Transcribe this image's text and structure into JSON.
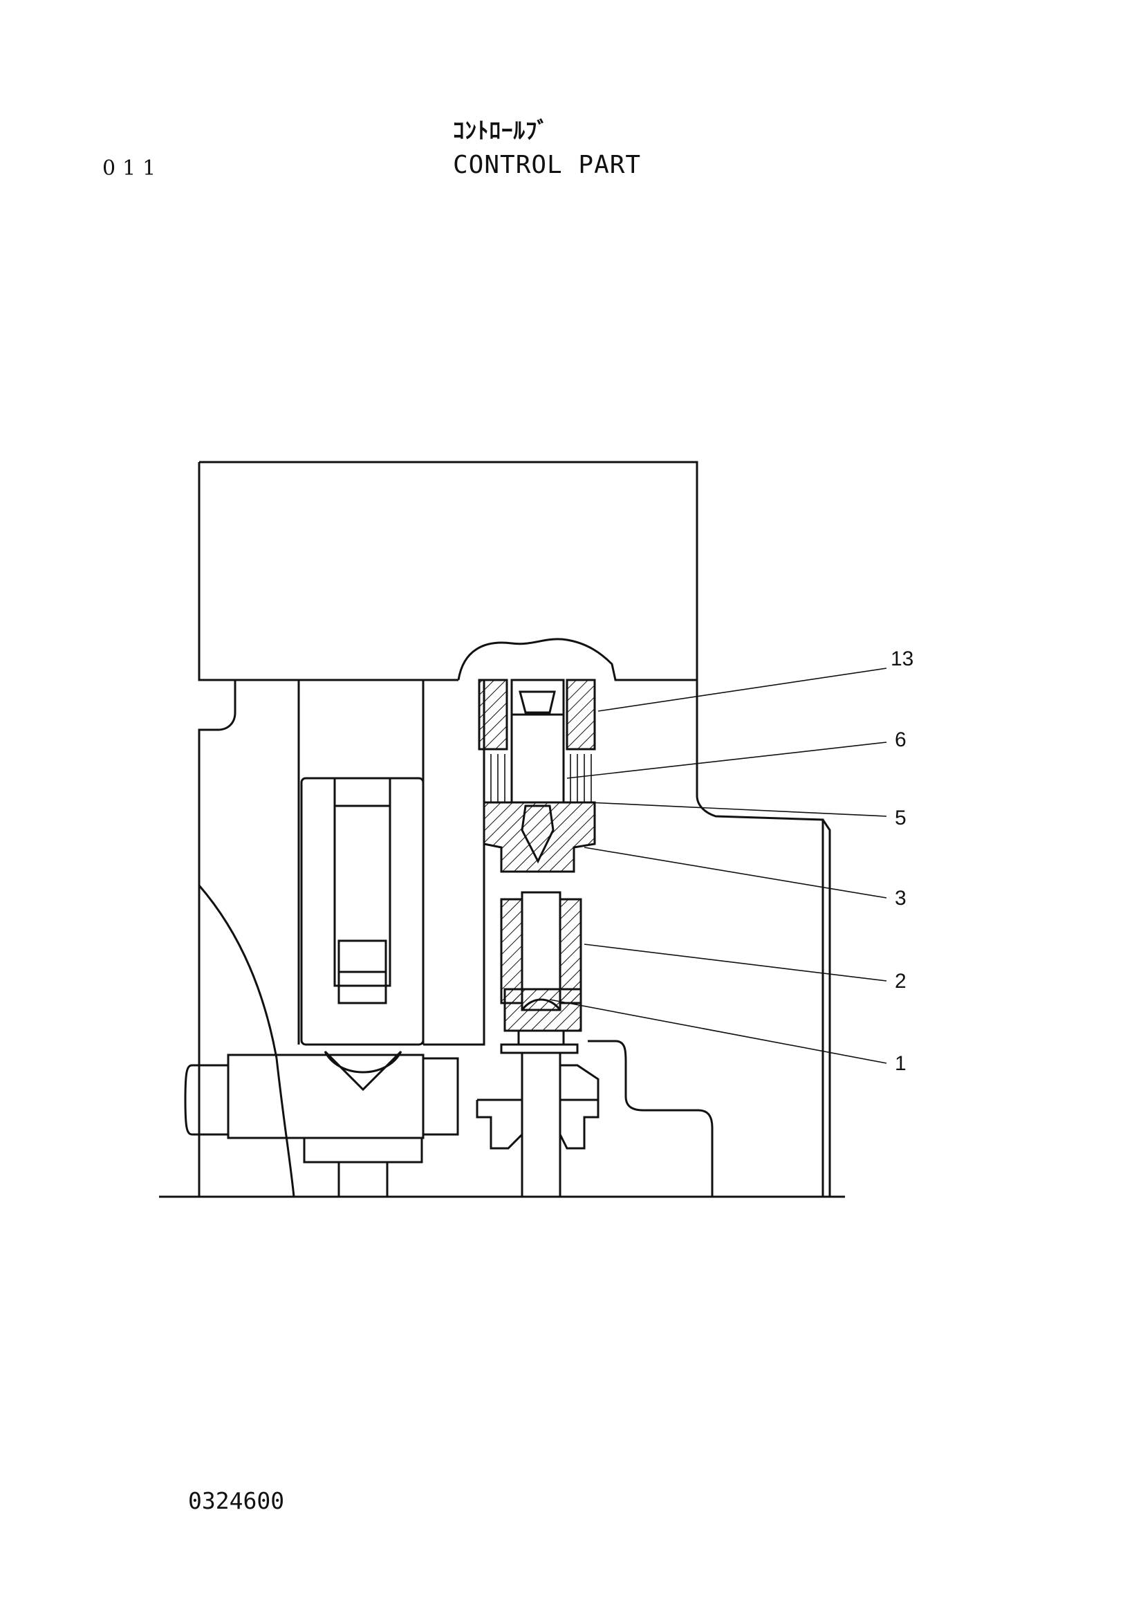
{
  "header": {
    "page_number": "011",
    "title_japanese": "ｺﾝﾄﾛｰﾙﾌﾞ",
    "title_english": "CONTROL PART"
  },
  "drawing": {
    "callouts": [
      {
        "label": "13"
      },
      {
        "label": "6"
      },
      {
        "label": "5"
      },
      {
        "label": "3"
      },
      {
        "label": "2"
      },
      {
        "label": "1"
      }
    ]
  },
  "footer": {
    "drawing_number": "0324600"
  }
}
